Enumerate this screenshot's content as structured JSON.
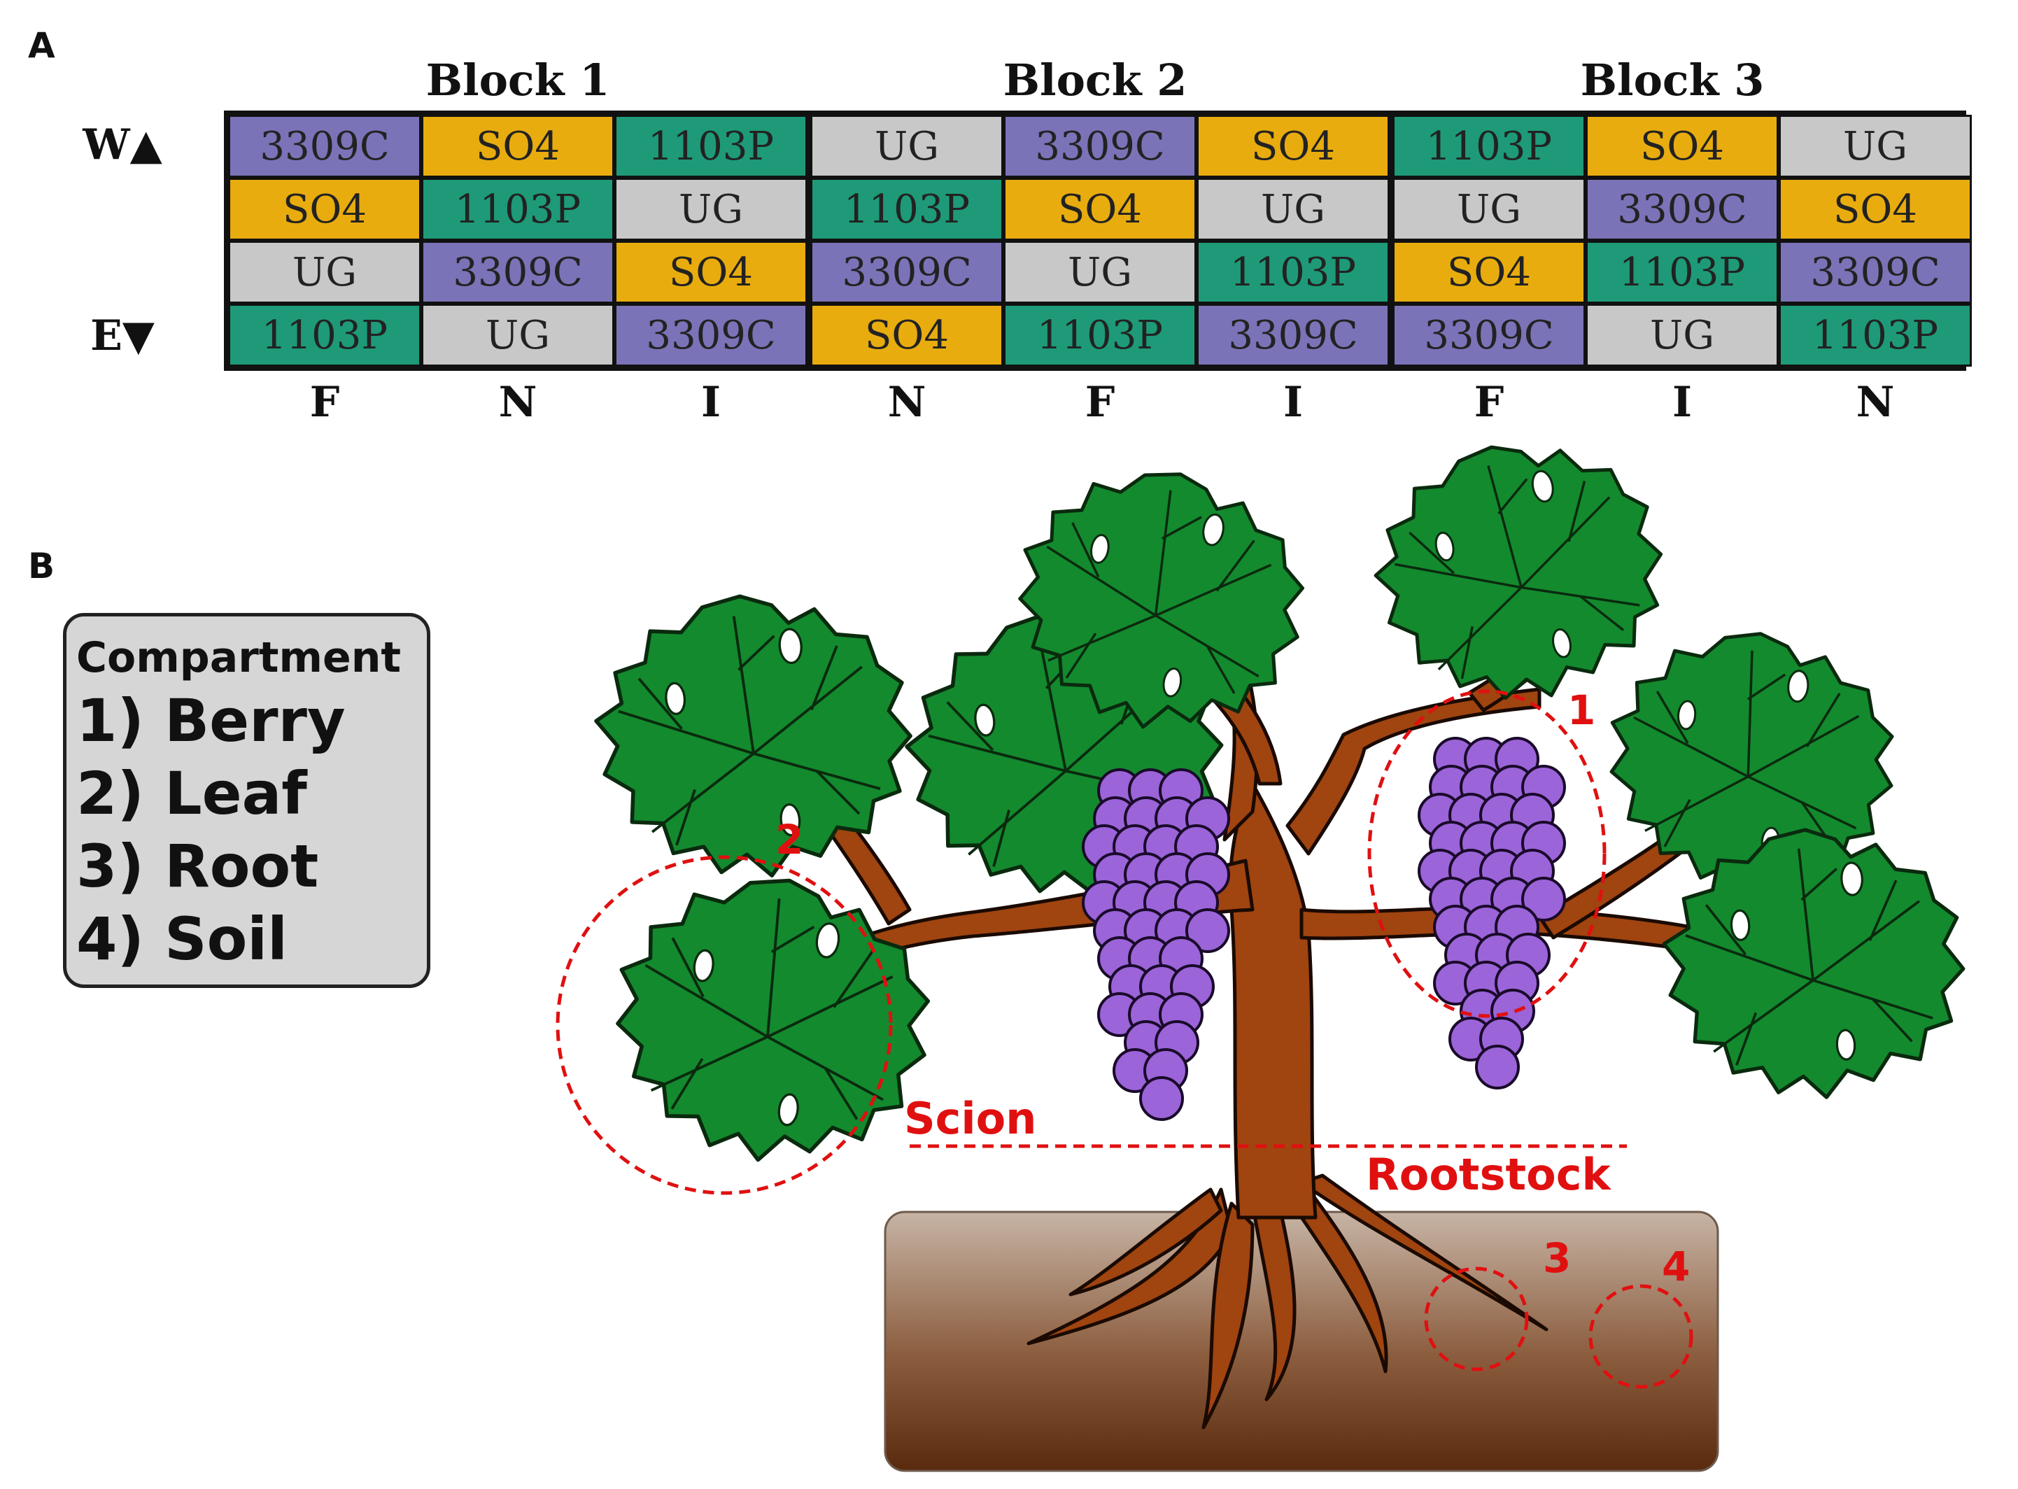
{
  "panel_a": {
    "letter": "A",
    "blocks": [
      "Block 1",
      "Block 2",
      "Block 3"
    ],
    "row_directions": [
      "W▲",
      "E▼"
    ],
    "column_labels": [
      "F",
      "N",
      "I",
      "N",
      "F",
      "I",
      "F",
      "I",
      "N"
    ],
    "grid": [
      [
        "3309C",
        "SO4",
        "1103P",
        "UG",
        "3309C",
        "SO4",
        "1103P",
        "SO4",
        "UG"
      ],
      [
        "SO4",
        "1103P",
        "UG",
        "1103P",
        "SO4",
        "UG",
        "UG",
        "3309C",
        "SO4"
      ],
      [
        "UG",
        "3309C",
        "SO4",
        "3309C",
        "UG",
        "1103P",
        "SO4",
        "1103P",
        "3309C"
      ],
      [
        "1103P",
        "UG",
        "3309C",
        "SO4",
        "1103P",
        "3309C",
        "3309C",
        "UG",
        "1103P"
      ]
    ],
    "rootstock_colors": {
      "3309C": "#7b73b8",
      "SO4": "#e8ac0e",
      "1103P": "#1e9a78",
      "UG": "#c8c8c8"
    }
  },
  "panel_b": {
    "letter": "B",
    "legend": {
      "title": "Compartment",
      "items": [
        "1) Berry",
        "2) Leaf",
        "3) Root",
        "4) Soil"
      ]
    },
    "markers": [
      "1",
      "2",
      "3",
      "4"
    ],
    "scion_label": "Scion",
    "rootstock_label": "Rootstock",
    "colors": {
      "leaf": "#138a2e",
      "trunk": "#a04410",
      "grape": "#9b64d8",
      "annotation": "#e01010"
    }
  }
}
